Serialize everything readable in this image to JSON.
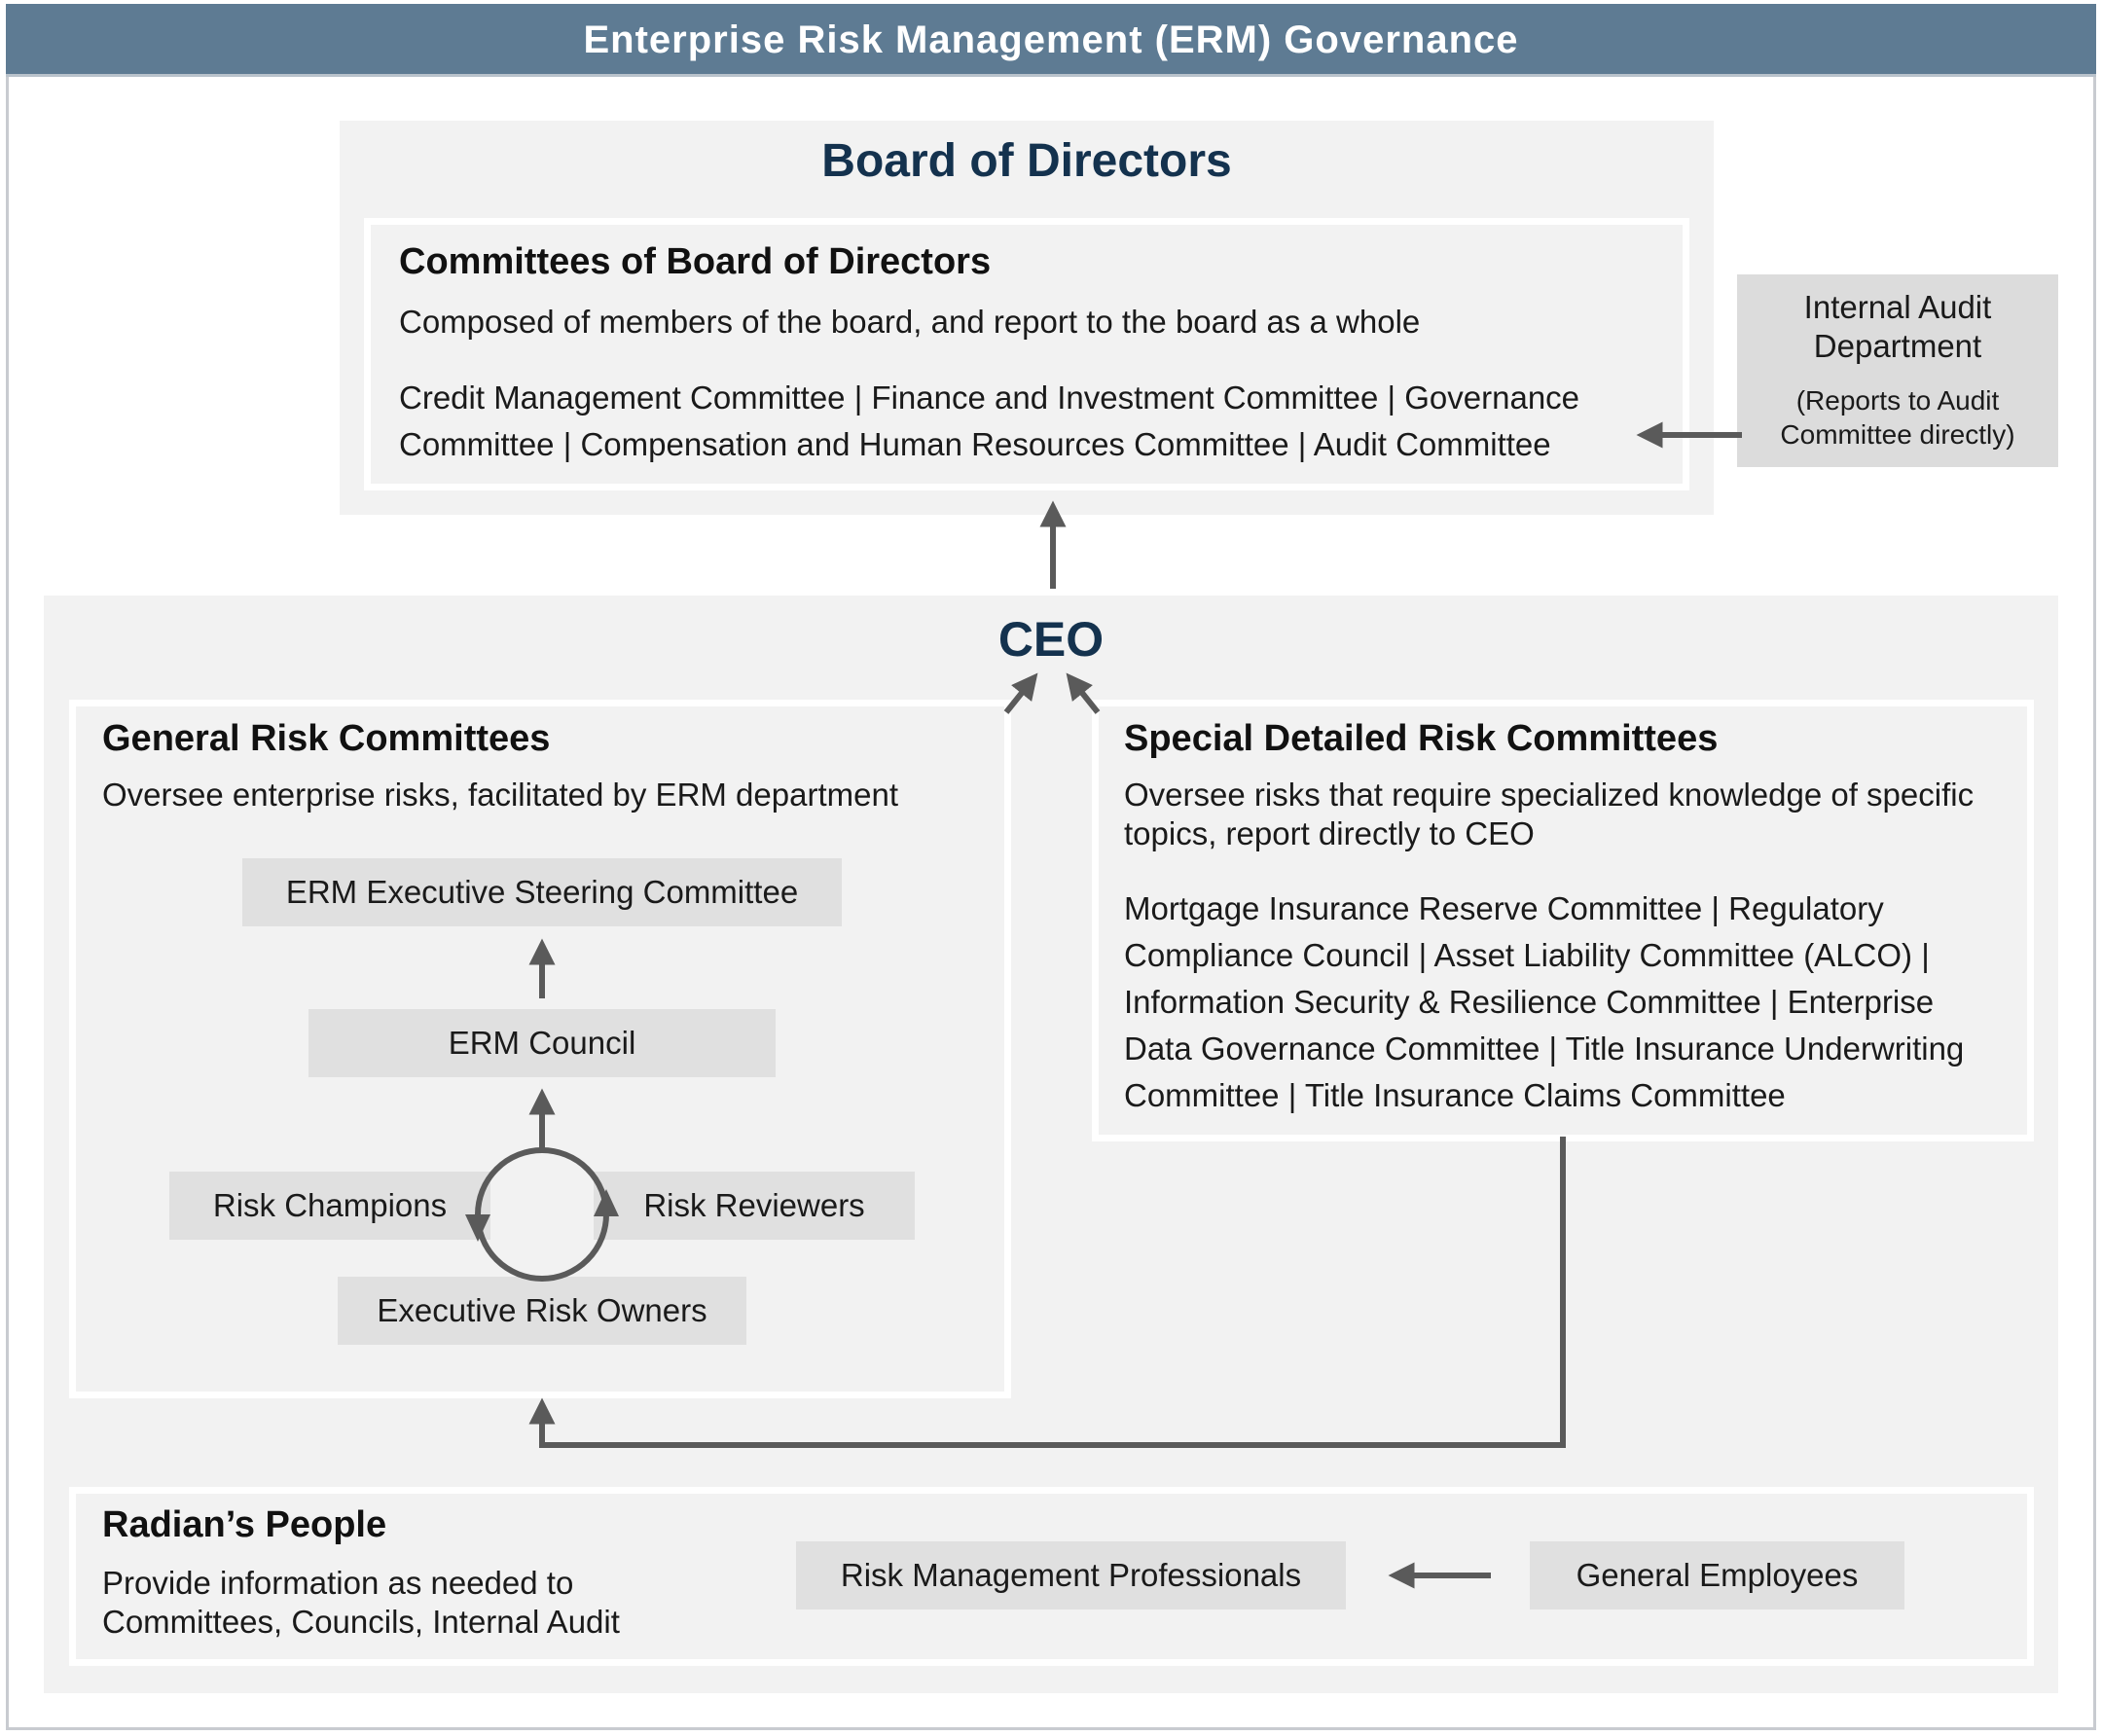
{
  "header": {
    "title": "Enterprise Risk Management (ERM) Governance"
  },
  "board": {
    "title": "Board of Directors",
    "committees": {
      "heading": "Committees of Board of Directors",
      "description": "Composed of members of the board, and report to the board as a whole",
      "list": "Credit Management Committee  |  Finance and Investment Committee  |  Governance Committee  |  Compensation and Human Resources Committee  |  Audit Committee"
    }
  },
  "internal_audit": {
    "name": "Internal Audit Department",
    "note": "(Reports to Audit Committee directly)"
  },
  "ceo": {
    "label": "CEO"
  },
  "general_risk": {
    "heading": "General Risk Committees",
    "description": "Oversee enterprise risks, facilitated by ERM department",
    "steering": "ERM Executive Steering Committee",
    "council": "ERM Council",
    "champions": "Risk Champions",
    "reviewers": "Risk Reviewers",
    "owners": "Executive Risk Owners"
  },
  "special_risk": {
    "heading": "Special Detailed Risk Committees",
    "description": "Oversee risks that require specialized knowledge of specific topics, report directly to CEO",
    "list": "Mortgage Insurance Reserve Committee  |  Regulatory Compliance Council  |  Asset Liability Committee (ALCO)  |  Information Security & Resilience Committee  |  Enterprise Data Governance Committee  |  Title Insurance Underwriting Committee  |  Title Insurance Claims Committee"
  },
  "people": {
    "heading": "Radian’s People",
    "description": "Provide information as needed to Committees, Councils, Internal Audit",
    "professionals": "Risk Management Professionals",
    "employees": "General Employees"
  },
  "colors": {
    "title_bar": "#5e7b93",
    "heading_navy": "#14324e",
    "panel_grey": "#f2f2f2",
    "pill_grey": "#e0e0e0",
    "arrow": "#5a5a5a"
  }
}
